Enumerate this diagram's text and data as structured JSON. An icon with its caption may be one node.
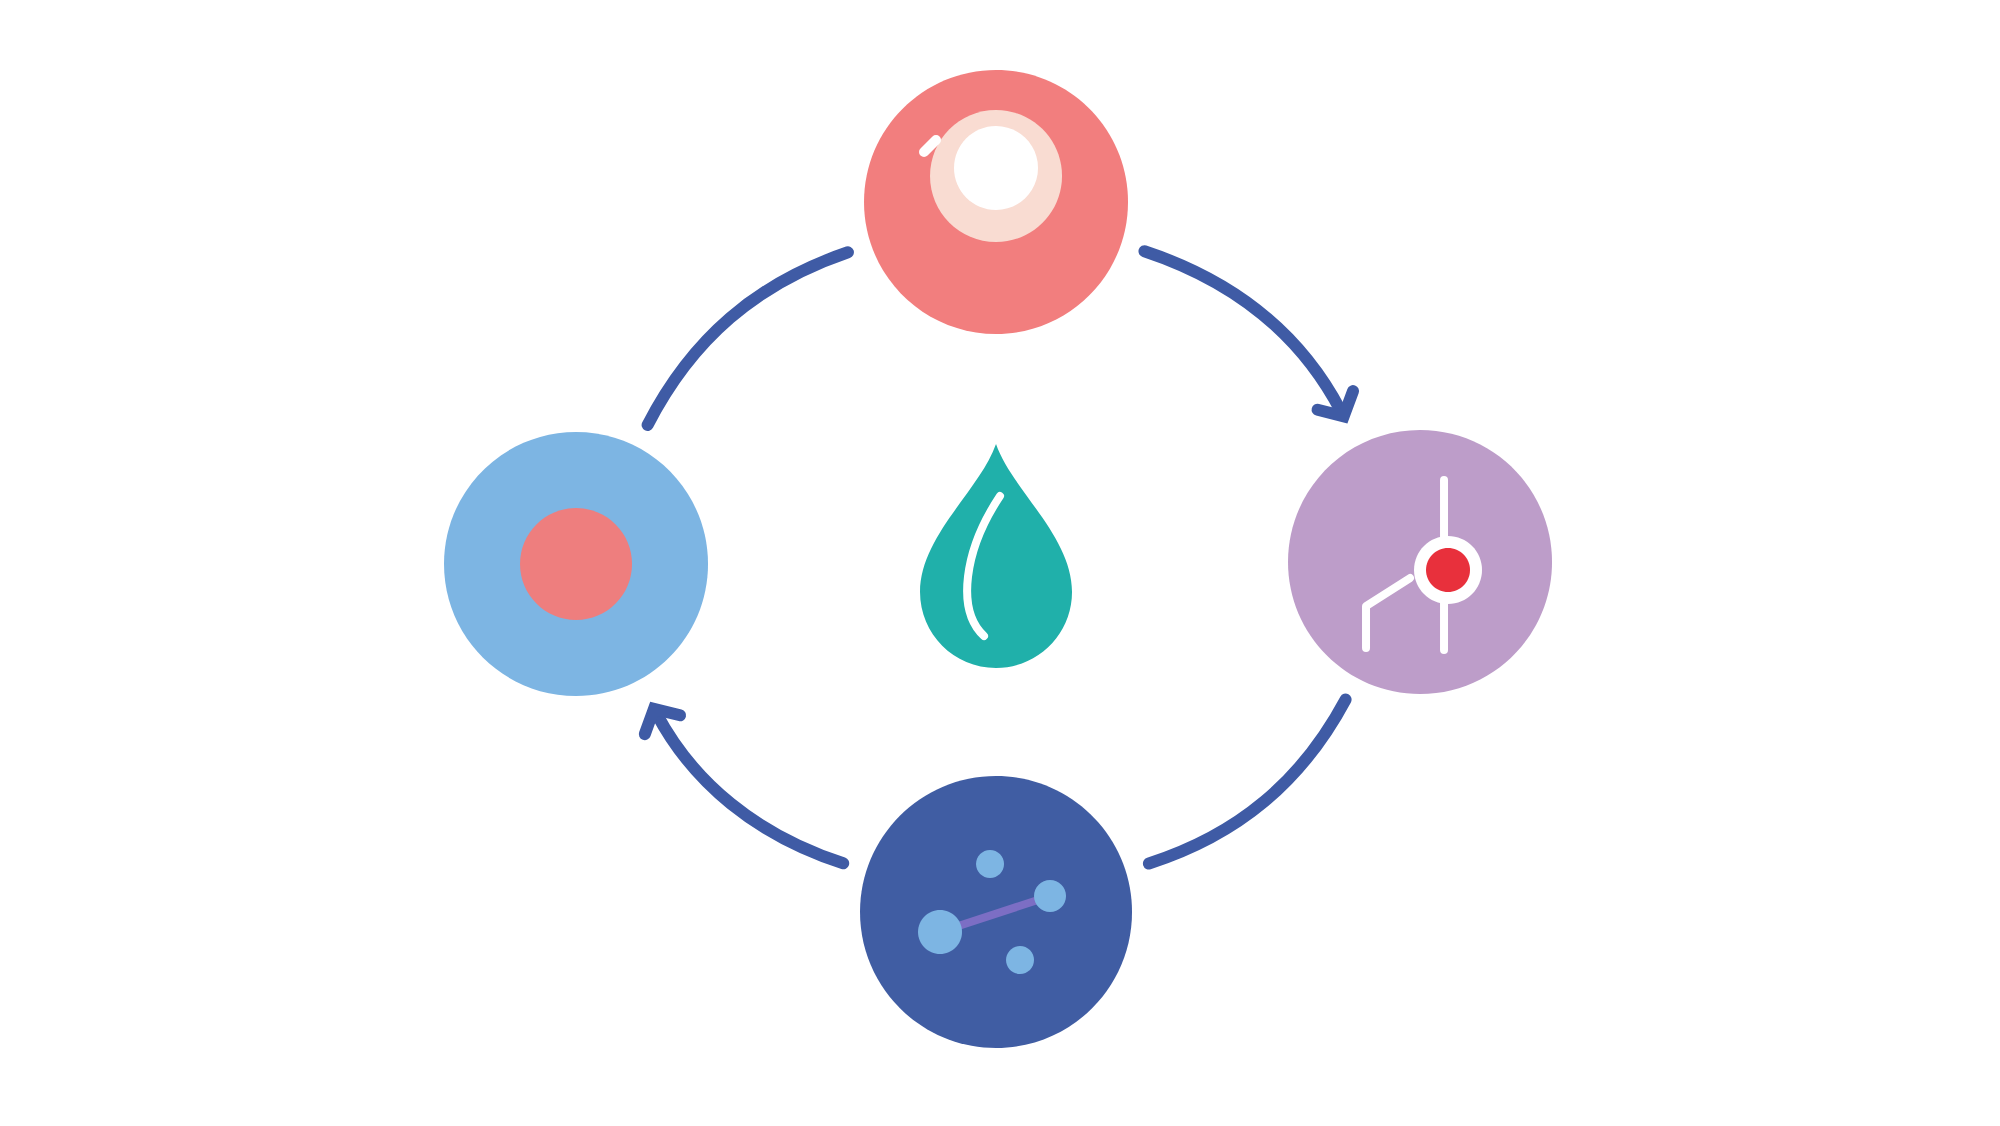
{
  "diagram": {
    "nodes": [
      {
        "text": [],
        "shape": "circle"
      },
      {
        "text": [],
        "shape": "circle"
      },
      {
        "text": [],
        "shape": "circle"
      },
      {
        "text": [],
        "shape": "circle"
      }
    ],
    "edges": [
      {
        "from": 0,
        "to": 2,
        "arrow": "to"
      },
      {
        "from": 2,
        "to": 3,
        "arrow": "none"
      },
      {
        "from": 3,
        "to": 1,
        "arrow": "to"
      },
      {
        "from": 1,
        "to": 0,
        "arrow": "none"
      }
    ]
  }
}
